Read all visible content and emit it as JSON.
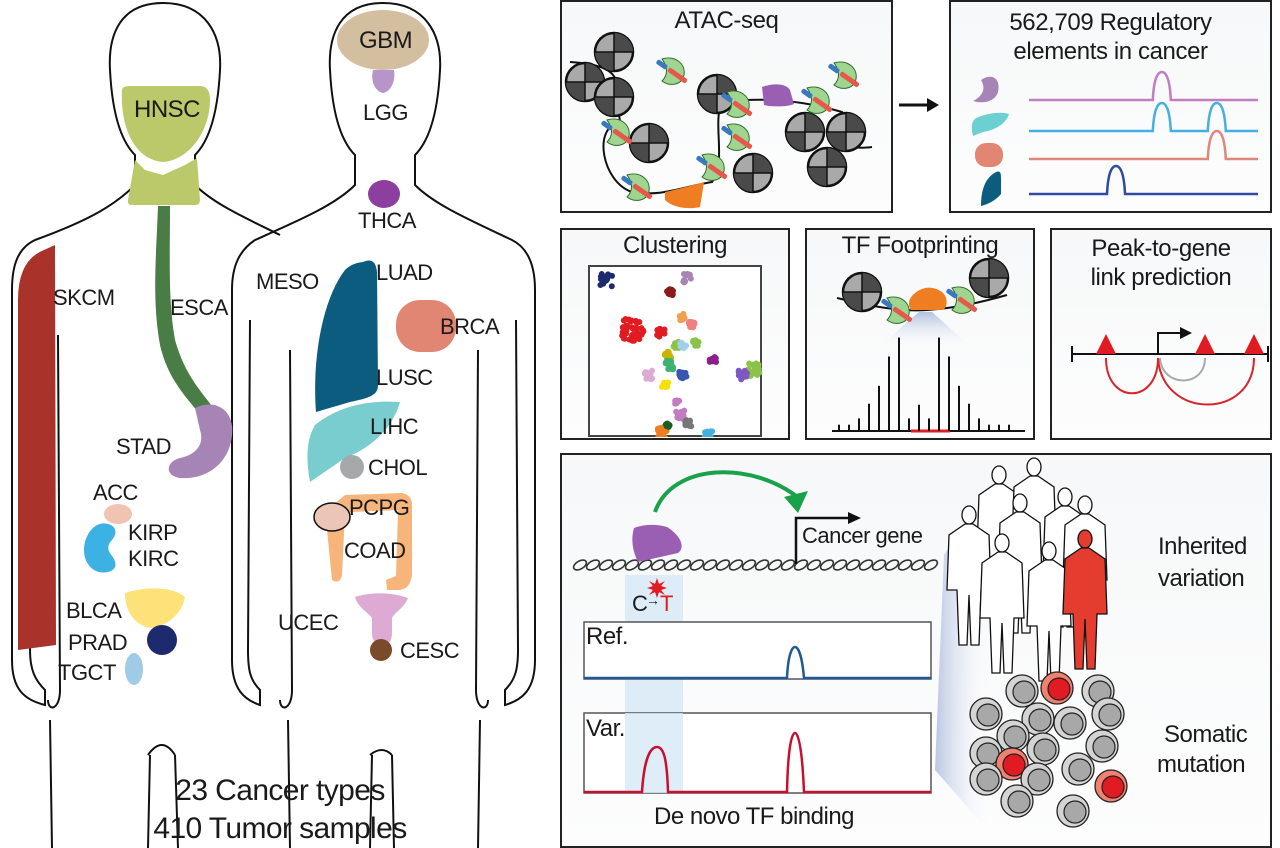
{
  "left_figure": {
    "cancer_types_left_body": [
      {
        "code": "HNSC",
        "color": "#bcc96a"
      },
      {
        "code": "SKCM",
        "color": "#a9322b"
      },
      {
        "code": "ESCA",
        "color": "#4a7d45"
      },
      {
        "code": "STAD",
        "color": "#a685b6"
      },
      {
        "code": "ACC",
        "color": "#f0c3b2"
      },
      {
        "code": "KIRP",
        "color": "#3cb1e3"
      },
      {
        "code": "KIRC",
        "color": "#3cb1e3"
      },
      {
        "code": "BLCA",
        "color": "#fde27a"
      },
      {
        "code": "PRAD",
        "color": "#1e2a6e"
      },
      {
        "code": "TGCT",
        "color": "#9fcbe6"
      }
    ],
    "cancer_types_right_body": [
      {
        "code": "GBM",
        "color": "#d3bf9f"
      },
      {
        "code": "LGG",
        "color": "#b895c8"
      },
      {
        "code": "THCA",
        "color": "#8c3f9e"
      },
      {
        "code": "MESO",
        "color": ""
      },
      {
        "code": "LUAD",
        "color": "#0b5c7f"
      },
      {
        "code": "LUSC",
        "color": "#0b5c7f"
      },
      {
        "code": "BRCA",
        "color": "#e28674"
      },
      {
        "code": "LIHC",
        "color": "#7acdcf"
      },
      {
        "code": "CHOL",
        "color": "#a7a8aa"
      },
      {
        "code": "PCPG",
        "color": "#ebc6b6"
      },
      {
        "code": "COAD",
        "color": "#f8b57b"
      },
      {
        "code": "UCEC",
        "color": "#dcaad3"
      },
      {
        "code": "CESC",
        "color": "#7a4a2a"
      }
    ],
    "caption_line1": "23 Cancer types",
    "caption_line2": "410 Tumor samples"
  },
  "panels": {
    "atac": {
      "title": "ATAC-seq"
    },
    "regulatory": {
      "title_line1": "562,709 Regulatory",
      "title_line2": "elements in cancer",
      "tracks": [
        {
          "organ": "stomach",
          "color": "#c27cc0",
          "peaks": [
            0.58
          ]
        },
        {
          "organ": "liver",
          "color": "#45b0e0",
          "peaks": [
            0.58,
            0.82
          ]
        },
        {
          "organ": "breast",
          "color": "#e0877a",
          "peaks": [
            0.82
          ]
        },
        {
          "organ": "lung",
          "color": "#2f4aa0",
          "peaks": [
            0.38
          ]
        }
      ]
    },
    "clustering": {
      "title": "Clustering"
    },
    "footprinting": {
      "title": "TF Footprinting"
    },
    "peak_to_gene": {
      "title_line1": "Peak-to-gene",
      "title_line2": "link prediction"
    },
    "variants": {
      "gene_label": "Cancer gene",
      "mutation_from": "C",
      "mutation_to": "T",
      "ref_label": "Ref.",
      "var_label": "Var.",
      "caption": "De novo TF binding",
      "inherited_line1": "Inherited",
      "inherited_line2": "variation",
      "somatic_line1": "Somatic",
      "somatic_line2": "mutation"
    }
  },
  "colors": {
    "nucleosome_dark": "#4a4a4a",
    "nucleosome_light": "#a9a9a9",
    "tn5_green": "#9fd58e",
    "tf_purple": "#9a5fb2",
    "tf_orange": "#ef7d22",
    "red": "#e11b22",
    "green_arrow": "#1aa24a",
    "ref_blue": "#1f5a96",
    "var_red": "#c8102e"
  }
}
